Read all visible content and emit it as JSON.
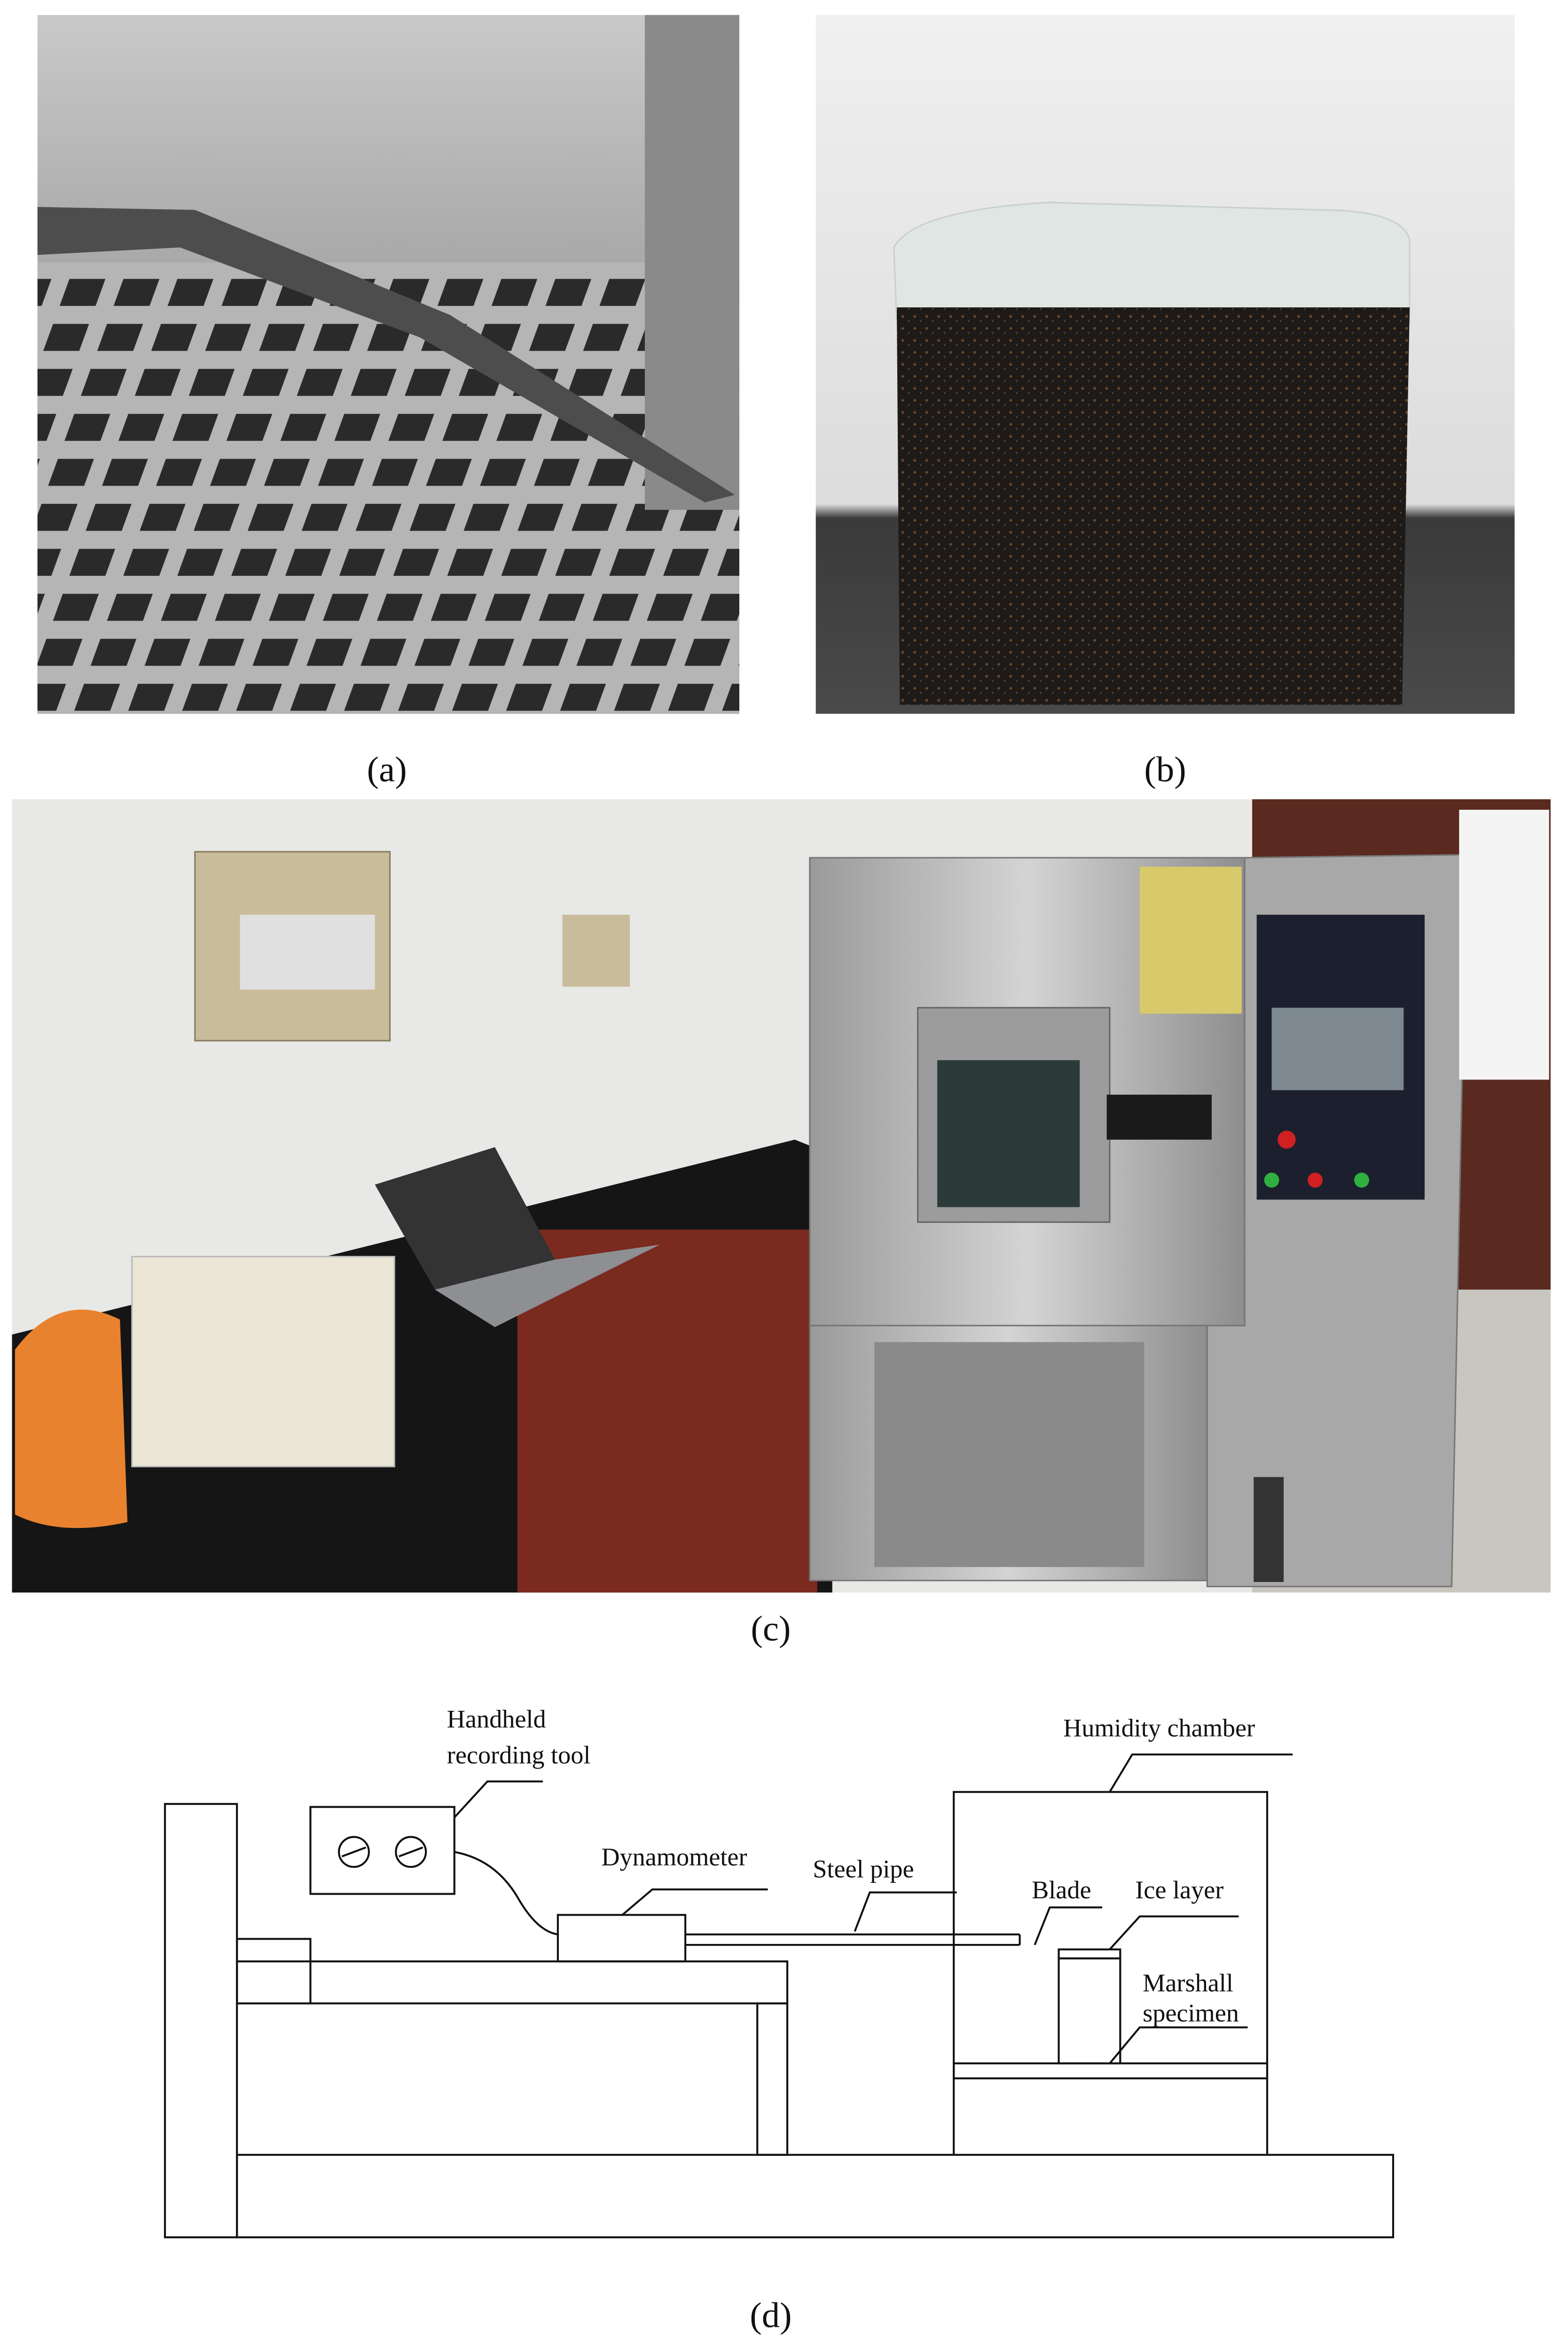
{
  "captions": {
    "a": "(a)",
    "b": "(b)",
    "c": "(c)",
    "d": "(d)"
  },
  "diagram": {
    "handheld_line1": "Handheld",
    "handheld_line2": "recording tool",
    "dynamometer": "Dynamometer",
    "steel_pipe": "Steel pipe",
    "humidity_chamber": "Humidity chamber",
    "blade": "Blade",
    "ice_layer": "Ice layer",
    "marshall_line1": "Marshall",
    "marshall_line2": "specimen"
  },
  "colors": {
    "steel": "#b8b8b8",
    "asphalt": "#1e1a18",
    "ice": "#dfe6e4",
    "wall": "#e8e8e6",
    "bench": "#151515",
    "cabinet": "#7a2a1e"
  }
}
